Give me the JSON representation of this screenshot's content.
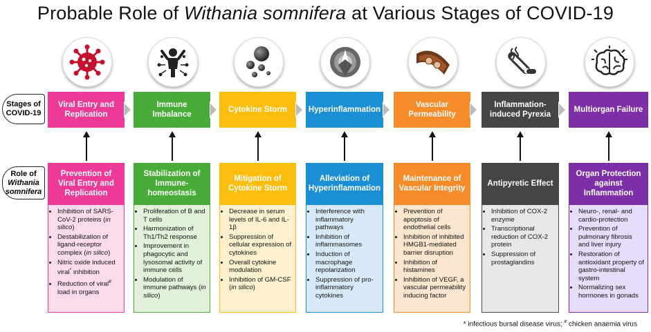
{
  "title": {
    "before": "Probable Role of ",
    "italic": "Withania somnifera",
    "after": " at Various Stages of COVID-19"
  },
  "row_labels": {
    "stages_line1": "Stages of",
    "stages_line2": "COVID-19",
    "role_line1": "Role of",
    "role_line2": "Withania",
    "role_line3": "somnifera"
  },
  "columns": [
    {
      "icon": "virus-icon",
      "color": "#ee3a97",
      "light": "#fcdcec",
      "stage": "Viral Entry and Replication",
      "role": "Prevention of Viral Entry and Replication",
      "items": [
        "Inhibition of SARS-CoV-2 proteins (in silico)",
        "Destabilization of ligand-receptor complex (in silico)",
        "Nitric oxide induced viral* inhibition",
        "Reduction of viral# load in organs"
      ]
    },
    {
      "icon": "person-immune-icon",
      "color": "#4aac38",
      "light": "#e2f1da",
      "stage": "Immune Imbalance",
      "role": "Stabilization of Immune-homeostasis",
      "items": [
        "Proliferation of B and T cells",
        "Harmonization of Th1/Th2 response",
        "Improvement in phagocytic and lysosomal activity of immune cells",
        "Modulation of immune pathways (in silico)"
      ]
    },
    {
      "icon": "cytokine-icon",
      "color": "#fbbd0e",
      "light": "#fdf0cf",
      "stage": "Cytokine Storm",
      "role": "Mitigation of Cytokine Storm",
      "items": [
        "Decrease in serum levels of IL-6 and IL-1β",
        "Suppression of cellular expression of cytokines",
        "Overall cytokine modulation",
        "Inhibition of GM-CSF (in silico)"
      ]
    },
    {
      "icon": "inflammation-icon",
      "color": "#1c8ed4",
      "light": "#d8eaf8",
      "stage": "Hyperinflammation",
      "role": "Alleviation of Hyperinflammation",
      "items": [
        "Interference with inflammatory pathways",
        "Inhibition of inflammasomes",
        "Induction of macrophage repolarization",
        "Suppression of pro-inflammatory cytokines"
      ]
    },
    {
      "icon": "blood-vessel-icon",
      "color": "#f68b2a",
      "light": "#fde6d0",
      "stage": "Vascular Permeability",
      "role": "Maintenance of Vascular Integrity",
      "items": [
        "Prevention of apoptosis of endothelial cells",
        "Inhibition of inhibited HMGB1-mediated barrier disruption",
        "Inhibition of histamines",
        "Inhibition of VEGF, a vascular permeability inducing factor"
      ]
    },
    {
      "icon": "thermometer-pill-icon",
      "color": "#454545",
      "light": "#e8e8e8",
      "stage": "Inflammation-induced Pyrexia",
      "role": "Antipyretic Effect",
      "items": [
        "Inhibition of COX-2 enzyme",
        "Transcriptional reduction of COX-2 protein",
        "Suppression of prostaglandins"
      ]
    },
    {
      "icon": "brain-icon",
      "color": "#7c2fa6",
      "light": "#e6dcfb",
      "stage": "Multiorgan Failure",
      "role": "Organ Protection against Inflammation",
      "items": [
        "Neuro-, renal- and cardio-protection",
        "Prevention of pulmonary fibrosis and liver injury",
        "Restoration of antioxidant property of gastro-intestinal system",
        "Normalizing sex hormones in gonads"
      ]
    }
  ],
  "footnote": "* infectious bursal disease virus; # chicken anaemia virus"
}
